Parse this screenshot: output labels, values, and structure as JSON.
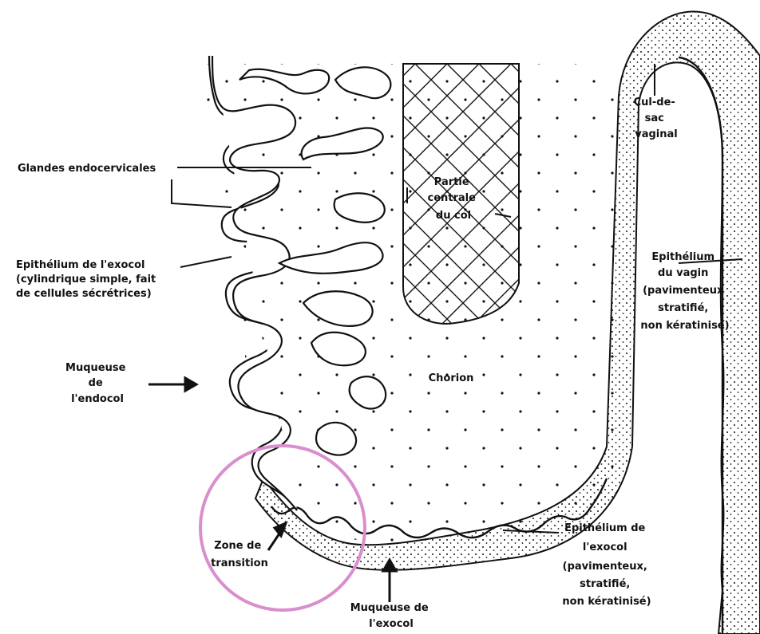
{
  "labels": {
    "glandes": [
      "Glandes endocervicales"
    ],
    "epith_exocol_top": [
      "Epithélium de l'exocol",
      "(cylindrique simple, fait",
      "de cellules sécrétrices)"
    ],
    "muqueuse_endocol": [
      "Muqueuse",
      "de",
      "l'endocol"
    ],
    "zone_transition": [
      "Zone de",
      "transition"
    ],
    "muqueuse_exocol": [
      "Muqueuse de",
      "l'exocol"
    ],
    "epith_exocol_bottom": [
      "Epithélium de",
      "l'exocol",
      "(pavimenteux,",
      "stratifié,",
      "non kératinisé)"
    ],
    "epith_vagin": [
      "Epithélium",
      "du vagin",
      "(pavimenteux",
      "stratifié,",
      "non kératinisé)"
    ],
    "cul_de_sac": [
      "Cul-de-",
      "sac",
      "vaginal"
    ],
    "partie_centrale": [
      "Partie",
      "centrale",
      "du col"
    ],
    "chorion": [
      "Chorion"
    ]
  },
  "colors": {
    "ink": "#111111",
    "highlight_circle": "#d98fcd",
    "paper": "#ffffff"
  }
}
